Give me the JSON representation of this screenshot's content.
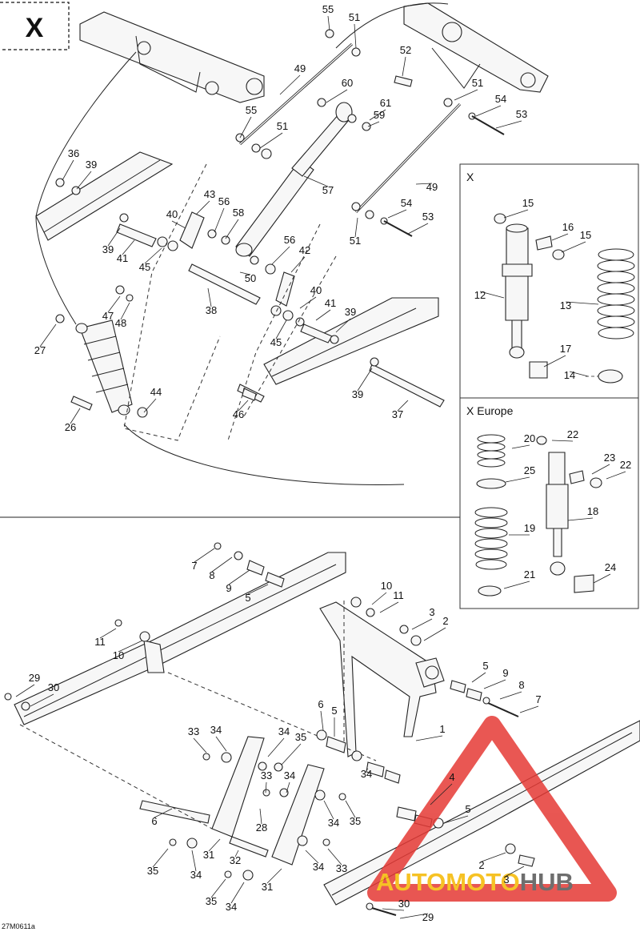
{
  "header": {
    "variant_badge": "X"
  },
  "insets": {
    "x": {
      "title": "X"
    },
    "x_europe": {
      "title": "X Europe"
    }
  },
  "footer": {
    "drawing_code": "27M0611a"
  },
  "watermark": {
    "brand_a": "AUTOMOTO",
    "brand_b": "HUB",
    "color_a": "#f5b800",
    "color_b": "#555555",
    "triangle_color": "#e53935"
  },
  "callouts": [
    "55",
    "51",
    "52",
    "49",
    "60",
    "61",
    "59",
    "55",
    "51",
    "51",
    "54",
    "53",
    "36",
    "39",
    "57",
    "43",
    "56",
    "58",
    "40",
    "49",
    "54",
    "53",
    "51",
    "39",
    "41",
    "45",
    "56",
    "42",
    "50",
    "47",
    "48",
    "38",
    "40",
    "41",
    "39",
    "27",
    "45",
    "44",
    "26",
    "39",
    "46",
    "37",
    "15",
    "16",
    "15",
    "12",
    "13",
    "17",
    "14",
    "20",
    "22",
    "25",
    "23",
    "22",
    "18",
    "19",
    "21",
    "24",
    "7",
    "8",
    "9",
    "5",
    "10",
    "11",
    "3",
    "2",
    "11",
    "10",
    "29",
    "30",
    "5",
    "9",
    "8",
    "7",
    "6",
    "5",
    "1",
    "33",
    "34",
    "34",
    "35",
    "33",
    "34",
    "4",
    "5",
    "6",
    "28",
    "34",
    "35",
    "34",
    "31",
    "32",
    "35",
    "34",
    "31",
    "34",
    "33",
    "35",
    "34",
    "2",
    "3",
    "30",
    "29"
  ]
}
